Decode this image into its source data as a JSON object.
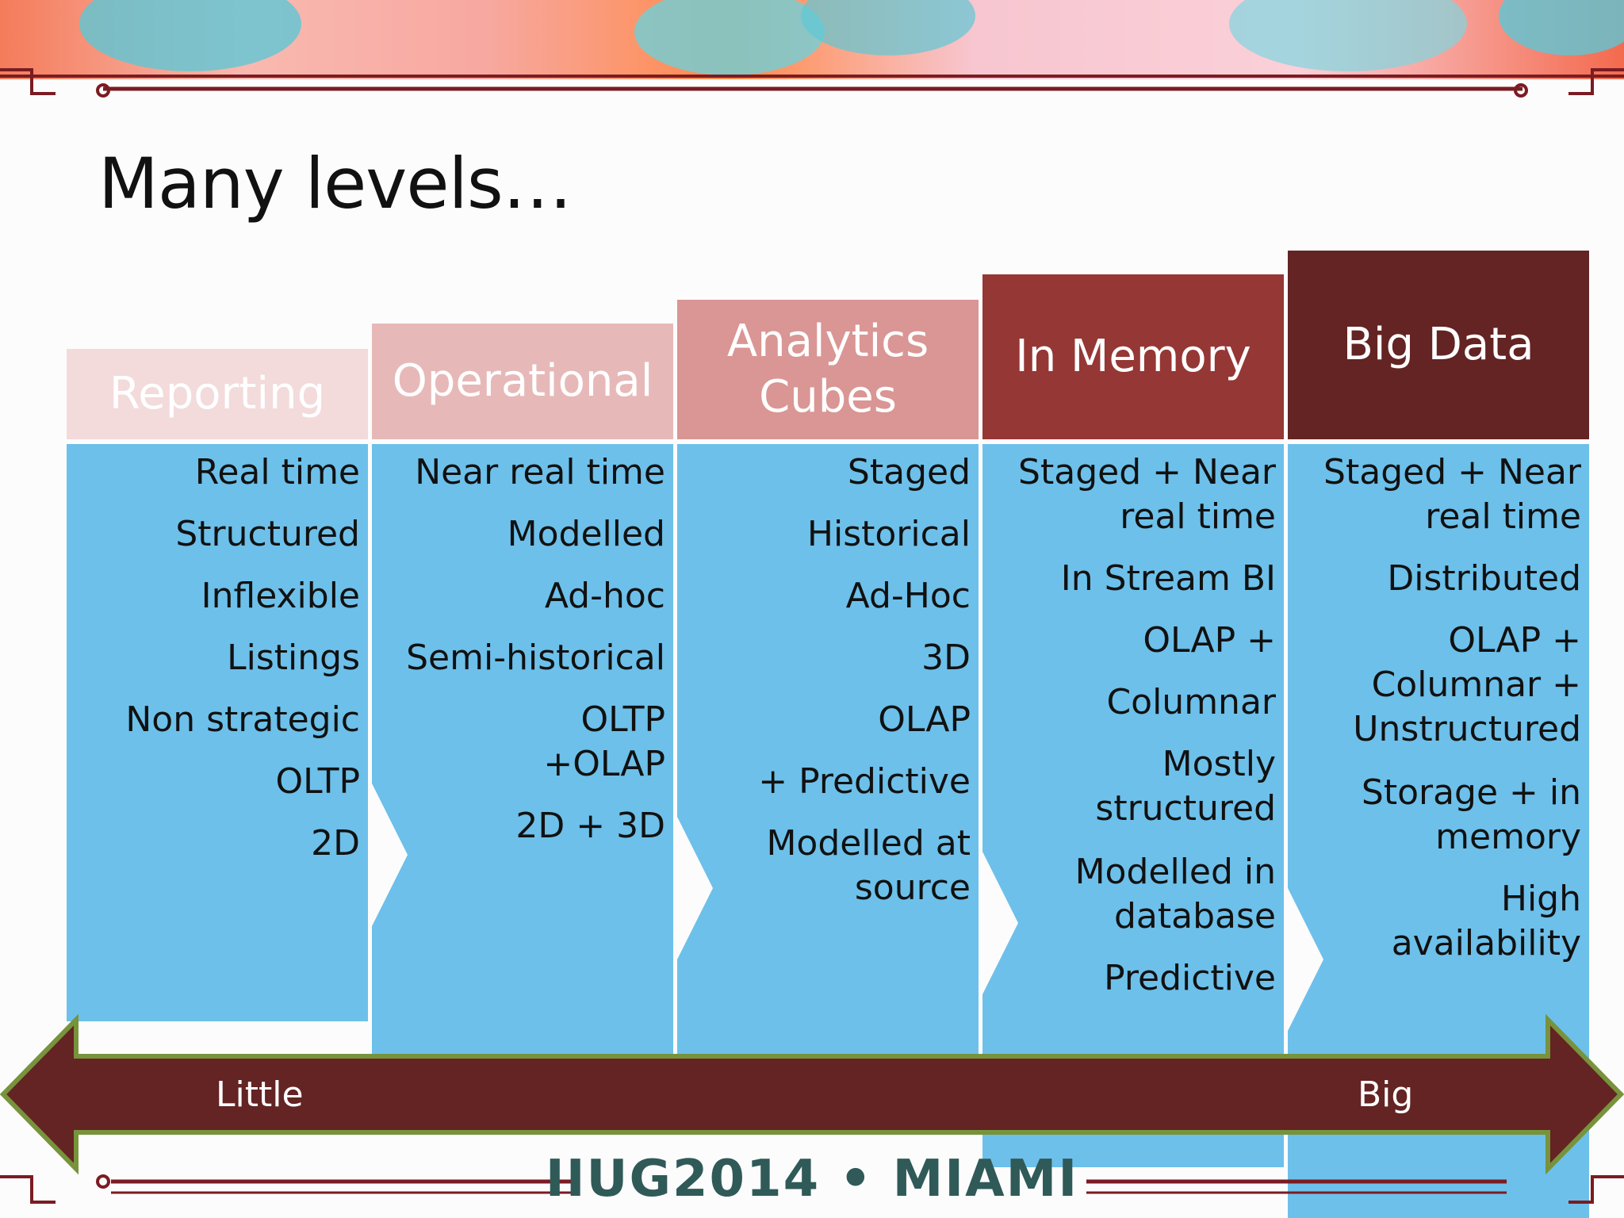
{
  "title": "Many levels…",
  "columns": [
    {
      "header_lines": [
        "Reporting"
      ],
      "header_bg": "#f3dadb",
      "header_fg": "#ffffff",
      "items": [
        [
          "Real time"
        ],
        [
          "Structured"
        ],
        [
          "Inflexible"
        ],
        [
          "Listings"
        ],
        [
          "Non strategic"
        ],
        [
          "OLTP"
        ],
        [
          "2D"
        ]
      ]
    },
    {
      "header_lines": [
        "Operational"
      ],
      "header_bg": "#e6b9b8",
      "header_fg": "#ffffff",
      "items": [
        [
          "Near real time"
        ],
        [
          "Modelled"
        ],
        [
          "Ad-hoc"
        ],
        [
          "Semi-historical"
        ],
        [
          "OLTP",
          "+OLAP"
        ],
        [
          "2D + 3D"
        ]
      ]
    },
    {
      "header_lines": [
        "Analytics",
        "Cubes"
      ],
      "header_bg": "#d99694",
      "header_fg": "#ffffff",
      "items": [
        [
          "Staged"
        ],
        [
          "Historical"
        ],
        [
          "Ad-Hoc"
        ],
        [
          "3D"
        ],
        [
          "OLAP"
        ],
        [
          "+ Predictive"
        ],
        [
          "Modelled at",
          "source"
        ]
      ]
    },
    {
      "header_lines": [
        "In Memory"
      ],
      "header_bg": "#953735",
      "header_fg": "#ffffff",
      "items": [
        [
          "Staged + Near",
          "real time"
        ],
        [
          "In Stream BI"
        ],
        [
          "OLAP +"
        ],
        [
          "Columnar"
        ],
        [
          "Mostly",
          "structured"
        ],
        [
          "Modelled in",
          "database"
        ],
        [
          "Predictive"
        ]
      ]
    },
    {
      "header_lines": [
        "Big Data"
      ],
      "header_bg": "#632423",
      "header_fg": "#ffffff",
      "items": [
        [
          "Staged + Near",
          "real time"
        ],
        [
          "Distributed"
        ],
        [
          "OLAP +",
          "Columnar +",
          "Unstructured"
        ],
        [
          "Storage + in",
          "memory"
        ],
        [
          "High",
          "availability"
        ]
      ]
    }
  ],
  "arrow": {
    "left_label": "Little",
    "right_label": "Big",
    "fill": "#632423",
    "stroke": "#77933c"
  },
  "chevron_color": "#6dc0ea",
  "footer_text": "IIUG2014 • MIAMI"
}
